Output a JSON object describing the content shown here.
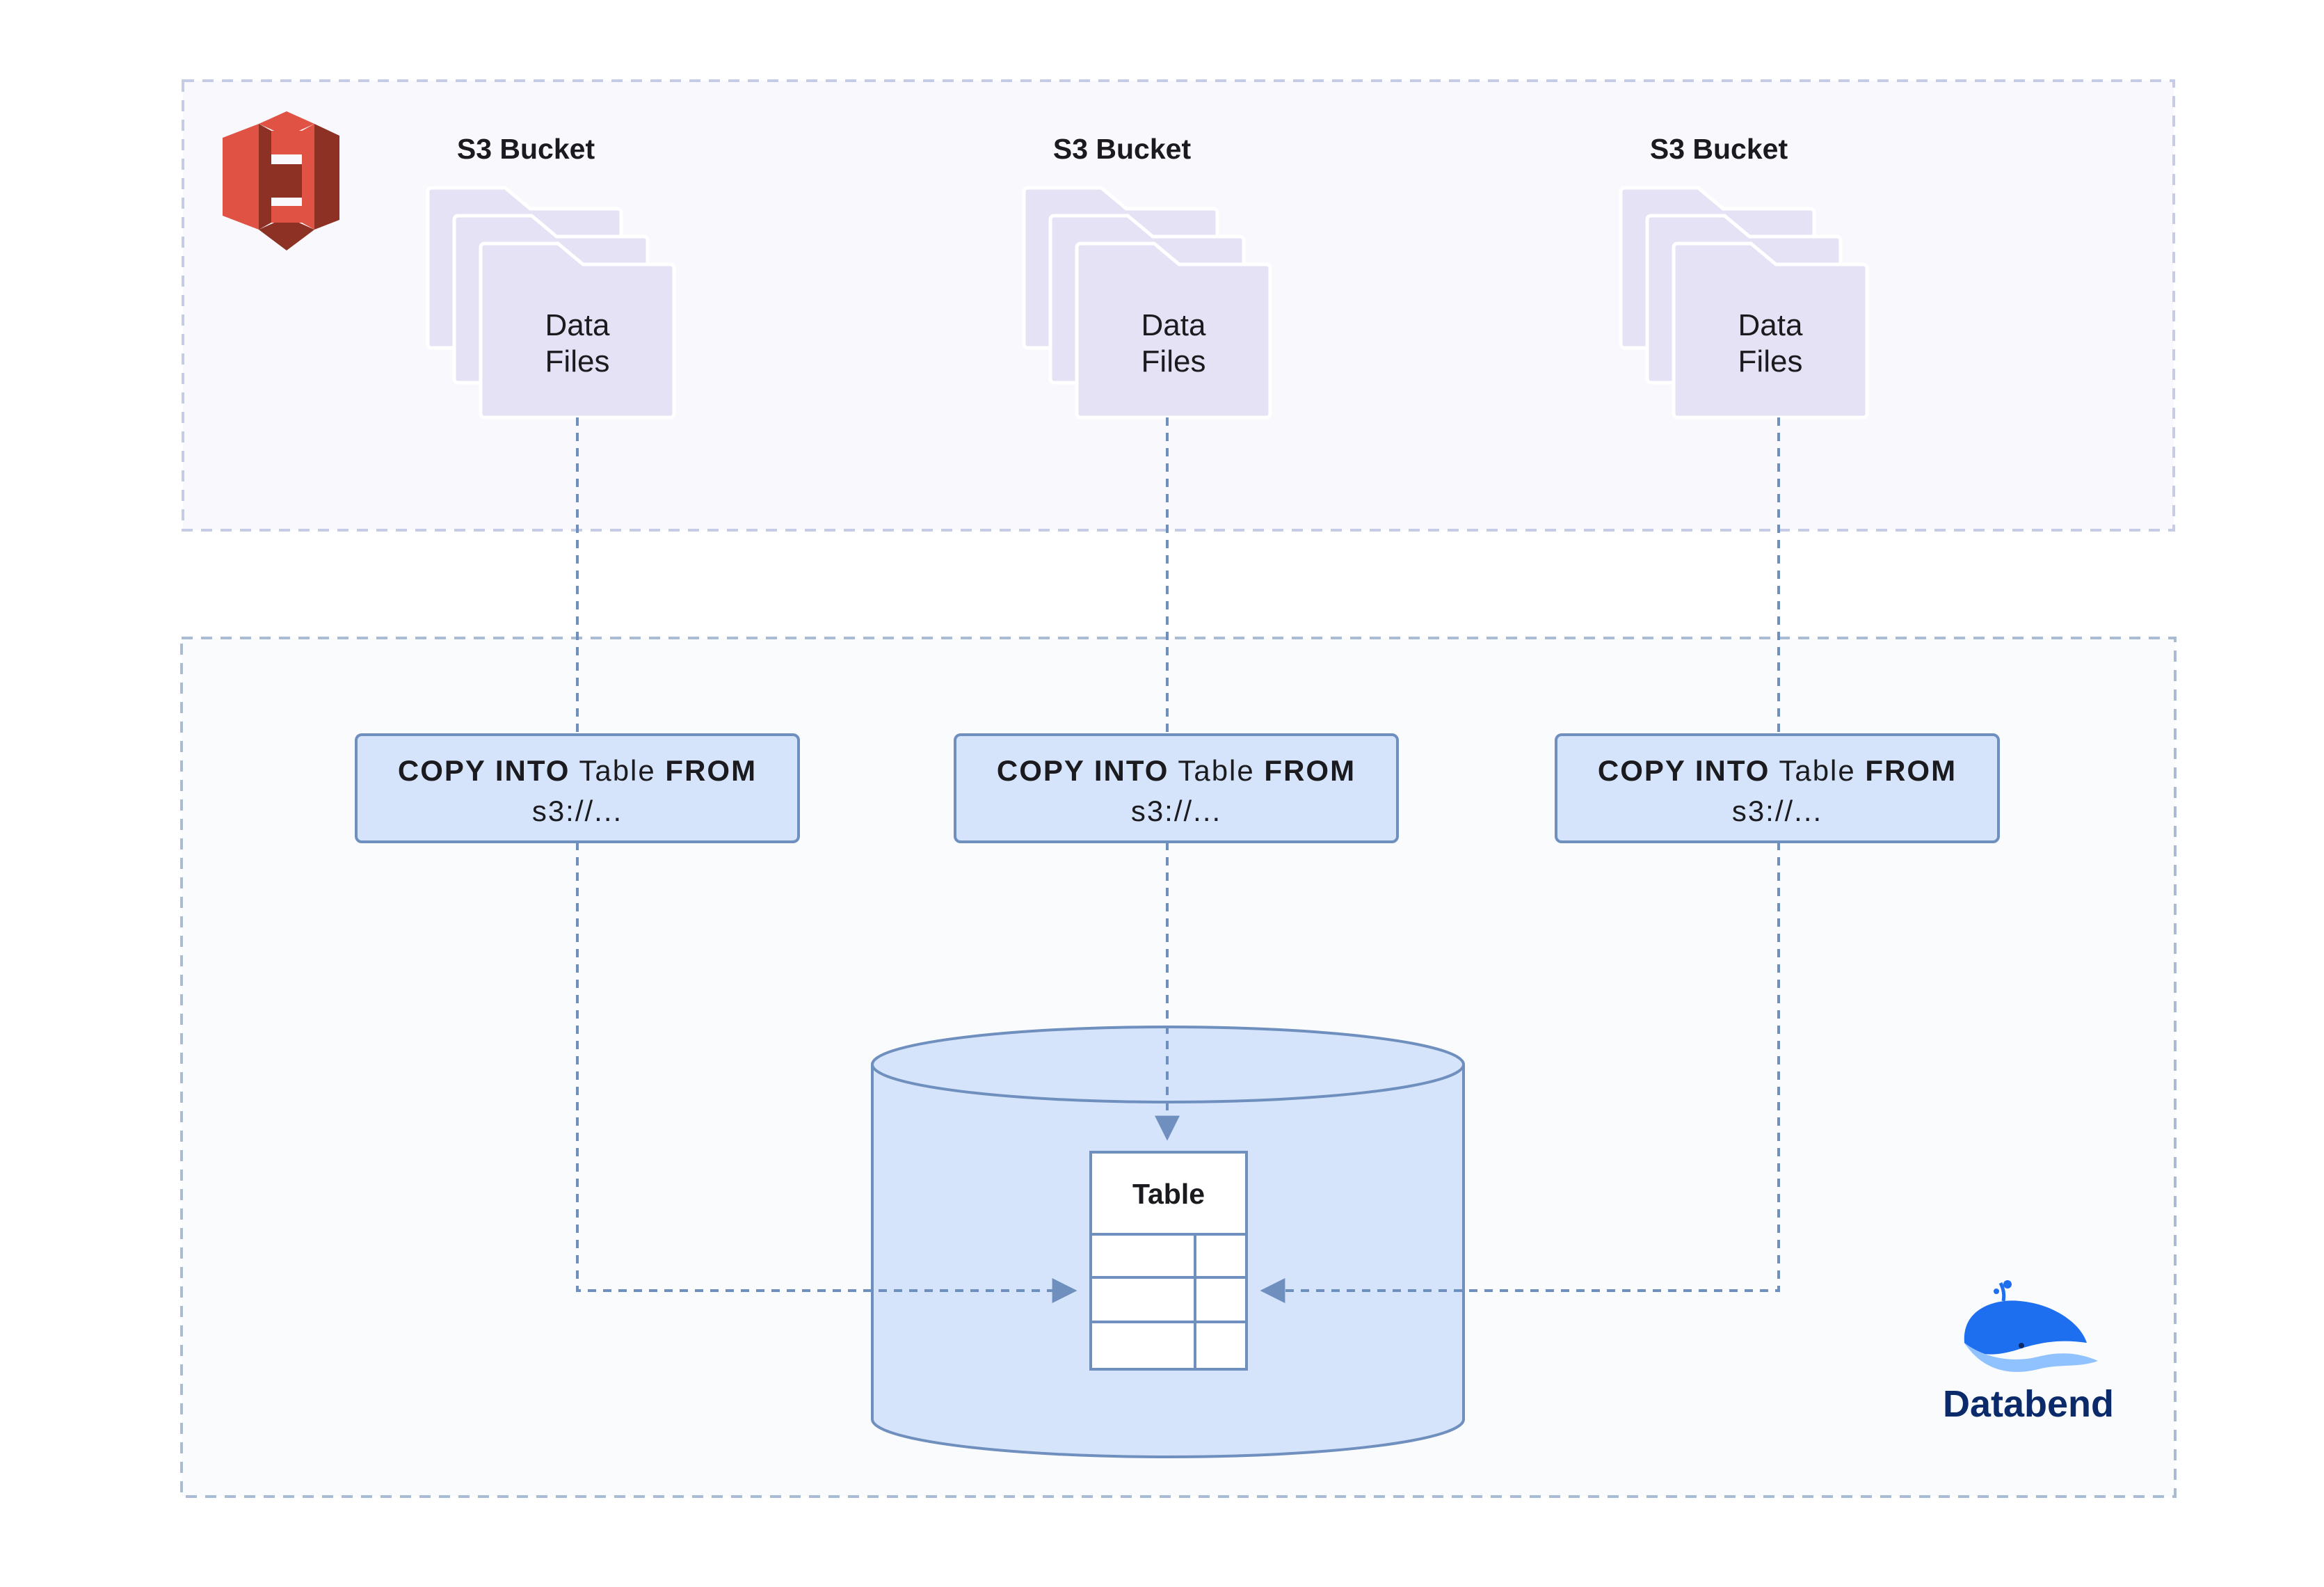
{
  "buckets": [
    {
      "title": "S3 Bucket",
      "files_line1": "Data",
      "files_line2": "Files"
    },
    {
      "title": "S3 Bucket",
      "files_line1": "Data",
      "files_line2": "Files"
    },
    {
      "title": "S3 Bucket",
      "files_line1": "Data",
      "files_line2": "Files"
    }
  ],
  "copy_commands": [
    {
      "kw1": "COPY INTO",
      "target": " Table ",
      "kw2": "FROM",
      "source": "s3://..."
    },
    {
      "kw1": "COPY INTO",
      "target": " Table ",
      "kw2": "FROM",
      "source": "s3://..."
    },
    {
      "kw1": "COPY INTO",
      "target": " Table ",
      "kw2": "FROM",
      "source": "s3://..."
    }
  ],
  "database": {
    "table_title": "Table"
  },
  "brand": {
    "name": "Databend"
  },
  "icons": {
    "aws": "aws-s3-logo-icon",
    "folders": "folder-stack-icon",
    "database": "database-cylinder-icon",
    "brand": "databend-whale-logo-icon"
  },
  "colors": {
    "aws_red": "#e05243",
    "aws_dark_red": "#8c3123",
    "folder_fill": "#e4e2f4",
    "copy_box_fill": "#d5e4fa",
    "connector": "#6f8fbe",
    "databend_blue": "#1e6ff0",
    "databend_navy": "#0b2a6a"
  }
}
